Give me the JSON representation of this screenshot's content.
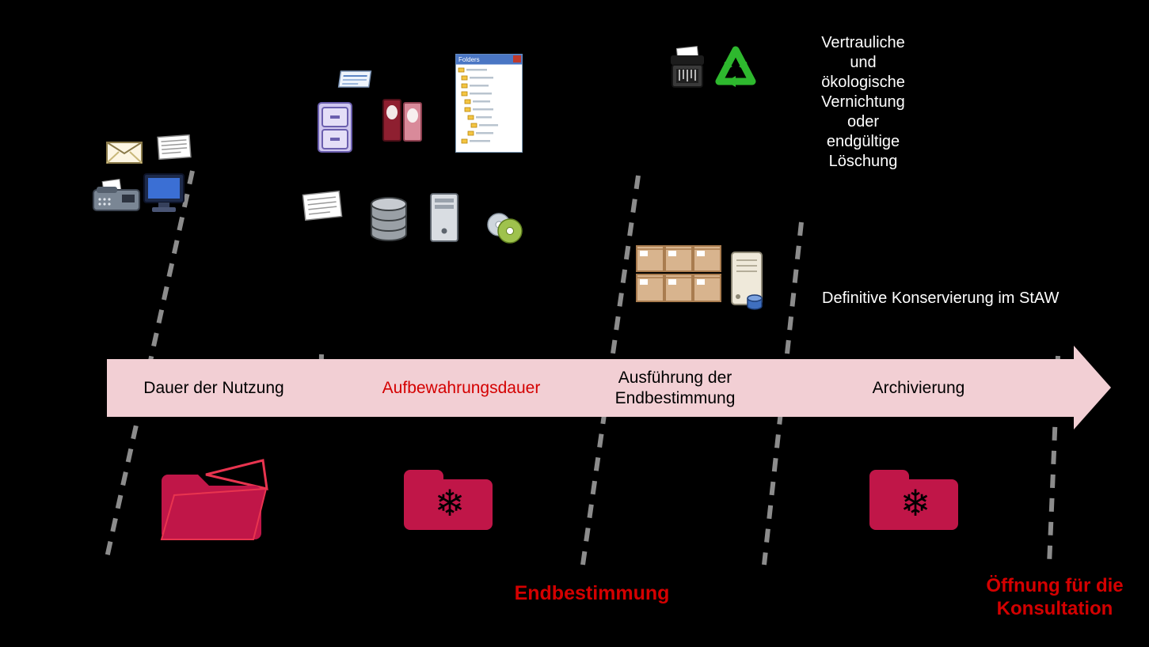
{
  "band": {
    "phases": [
      {
        "id": "nutzung",
        "label": "Dauer der Nutzung",
        "emphasis": false
      },
      {
        "id": "aufbewahrung",
        "label": "Aufbewahrungsdauer",
        "emphasis": true
      },
      {
        "id": "ausfuehrung",
        "label": "Ausführung der Endbestimmung",
        "emphasis": false
      },
      {
        "id": "archivierung",
        "label": "Archivierung",
        "emphasis": false
      }
    ]
  },
  "annotations": {
    "vernichtung": "Vertrauliche und ökologische Vernichtung oder endgültige Löschung",
    "konservierung": "Definitive Konservierung im StAW",
    "endbestimmung": "Endbestimmung",
    "oeffnung": "Öffnung für die Konsultation"
  },
  "explorer_window": {
    "title": "Folders"
  },
  "glyphs": {
    "snowflake": "❄"
  },
  "colors": {
    "band": "#f2cfd4",
    "accent_red": "#d40000",
    "folder_red": "#c01648",
    "recycle_green": "#2eb82e",
    "divider_gray": "#8c8c8c",
    "background": "#000000"
  }
}
